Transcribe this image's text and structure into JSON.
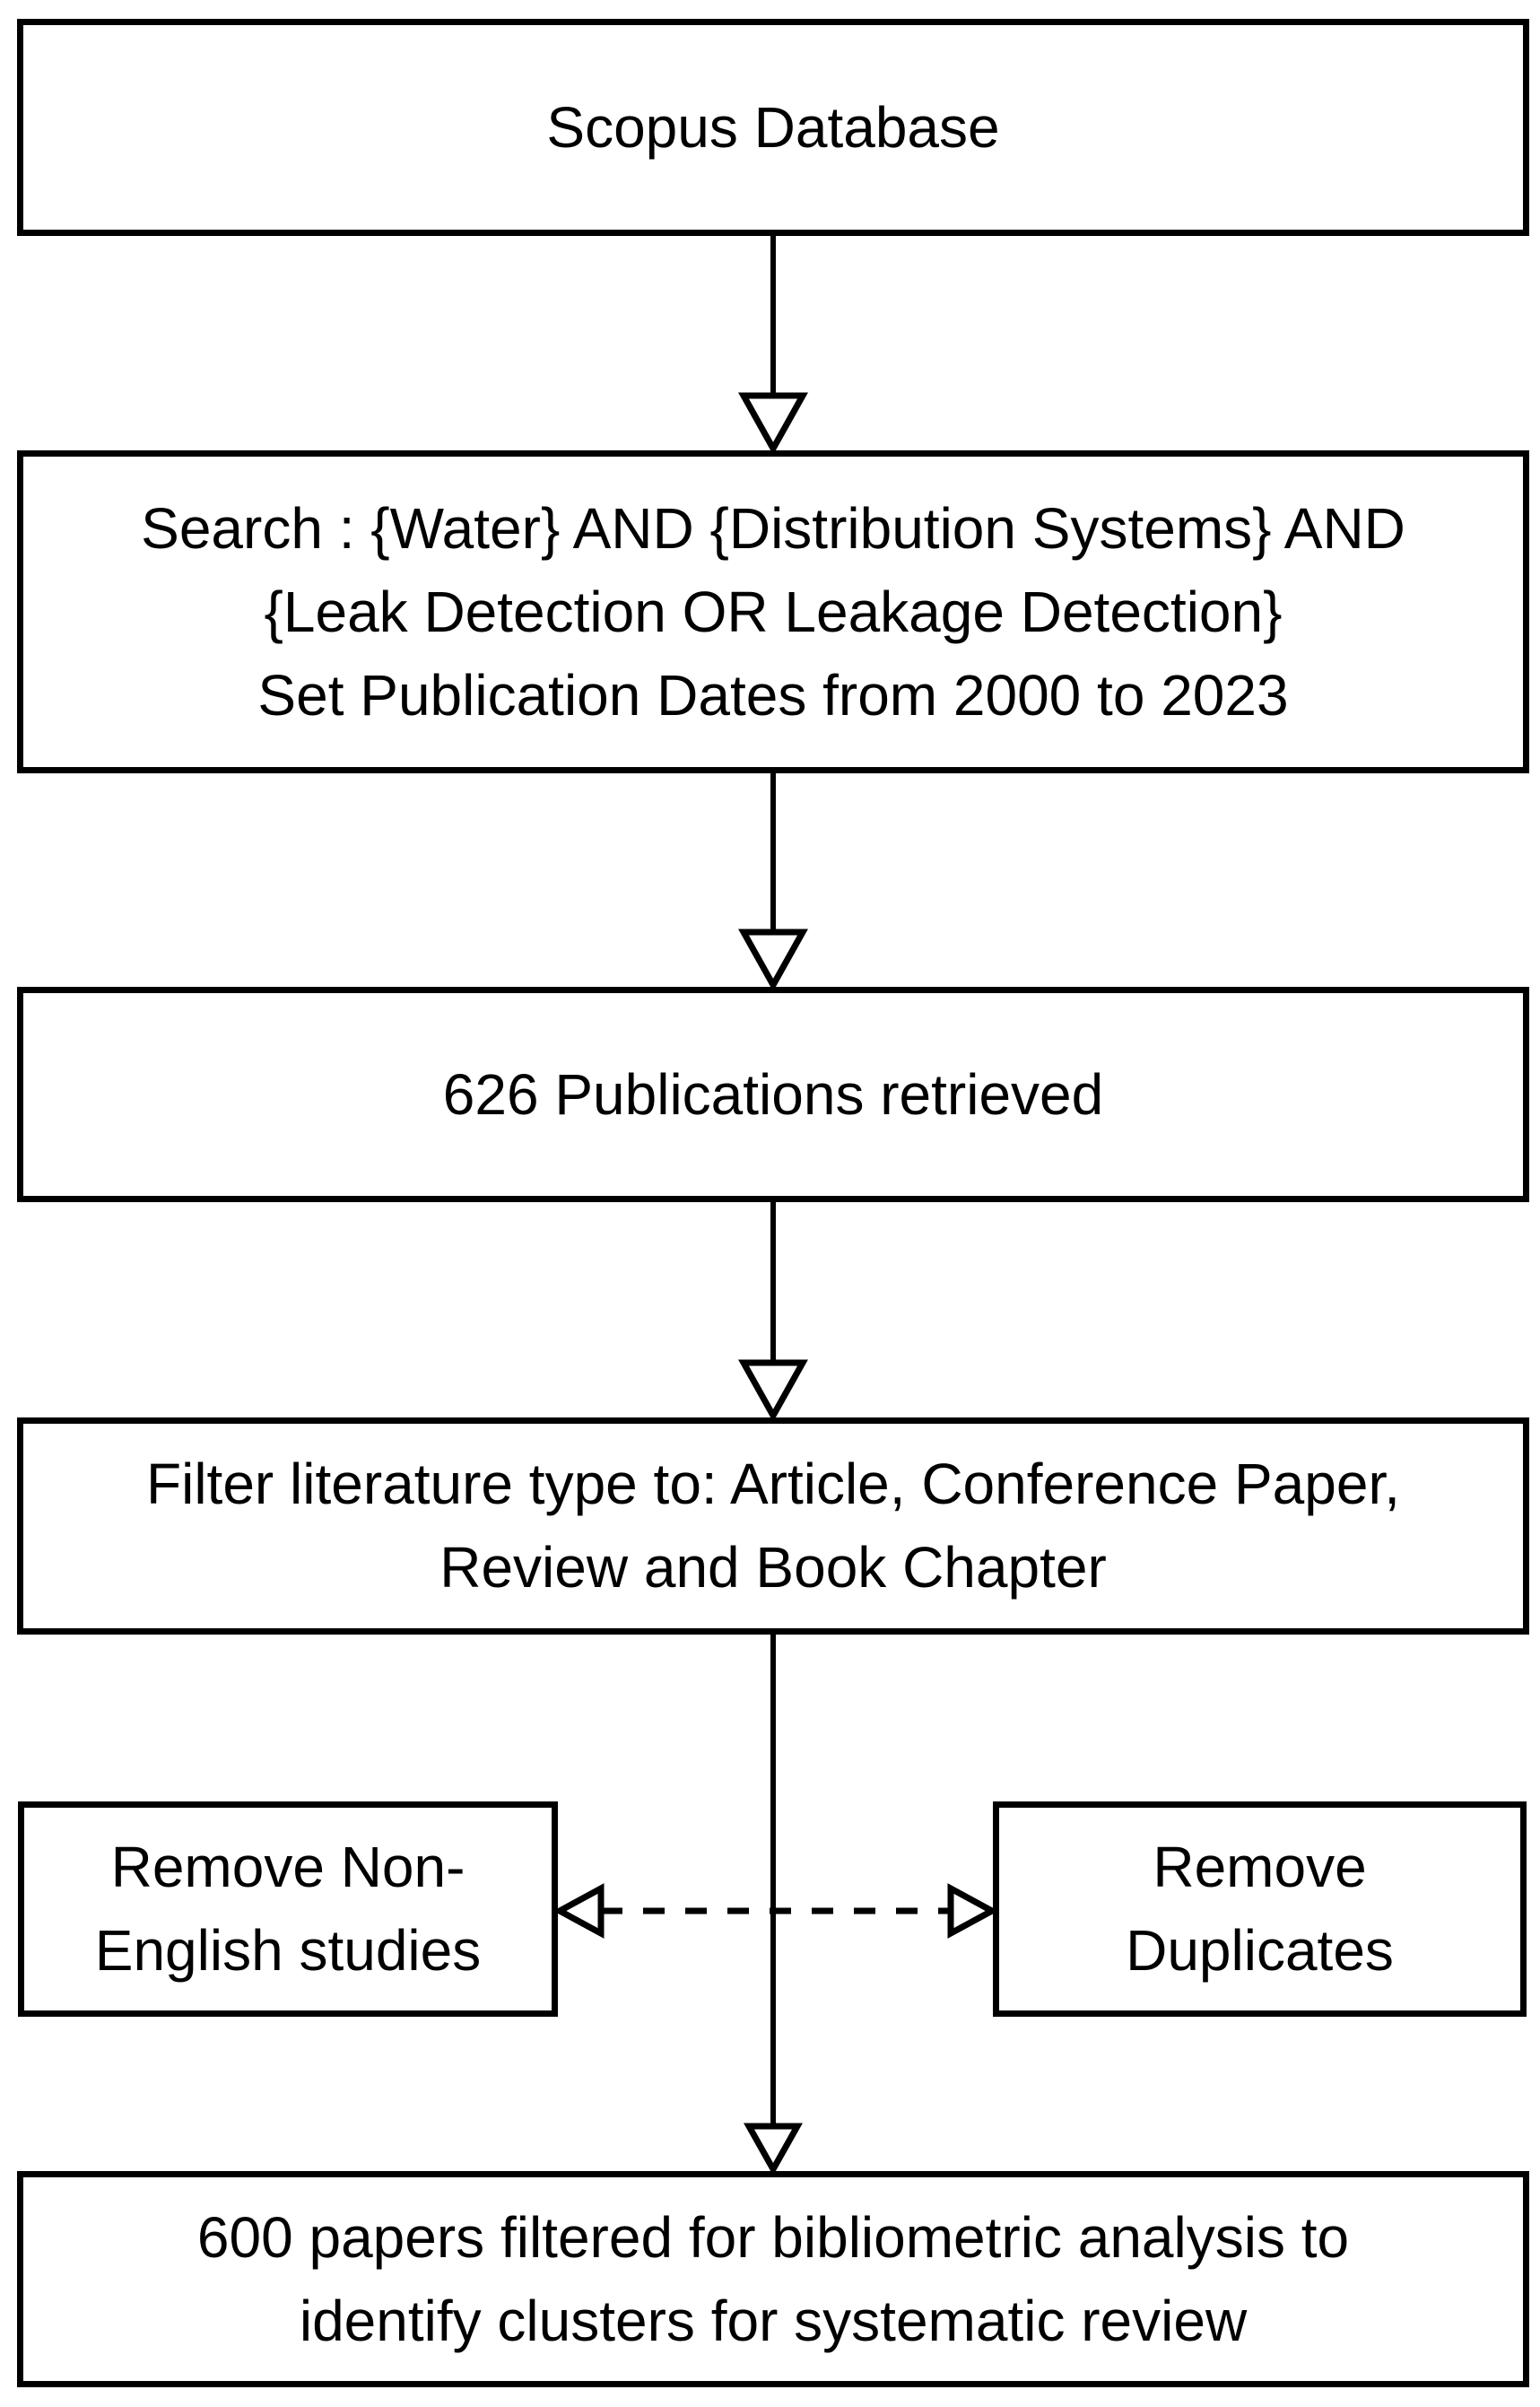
{
  "colors": {
    "line": "#000000",
    "text": "#000000",
    "box_fill": "#ffffff",
    "background": "#ffffff"
  },
  "boxes": {
    "scopus": {
      "lines": [
        "Scopus Database"
      ]
    },
    "search": {
      "lines": [
        "Search : {Water} AND {Distribution Systems} AND",
        "{Leak Detection OR Leakage Detection}",
        "Set Publication Dates from 2000 to 2023"
      ]
    },
    "retrieved": {
      "lines": [
        "626 Publications retrieved"
      ]
    },
    "filter": {
      "lines": [
        "Filter literature type to: Article, Conference Paper,",
        "Review and Book Chapter"
      ]
    },
    "remove_non_english": {
      "lines": [
        "Remove Non-",
        "English studies"
      ]
    },
    "remove_duplicates": {
      "lines": [
        "Remove",
        "Duplicates"
      ]
    },
    "final": {
      "lines": [
        "600 papers filtered for bibliometric analysis to",
        "identify clusters for systematic review"
      ]
    }
  }
}
